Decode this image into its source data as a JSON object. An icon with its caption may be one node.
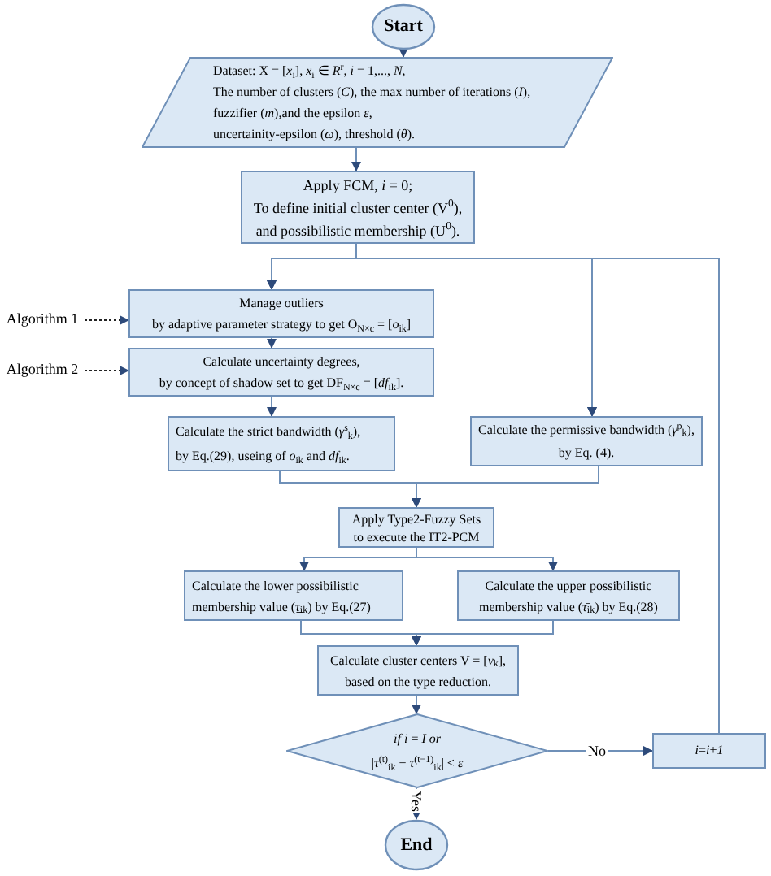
{
  "diagram": {
    "nodes": [
      {
        "text": [
          "Start"
        ]
      },
      {
        "text": [
          "Dataset: X = [*x*$_{i}$], *x*$_{i}$ ∈ *R*$^{r}$, *i* = 1,..., *N*,",
          "The number of clusters (*C*), the max number of iterations (*I*),",
          "fuzzifier (*m*),and the epsilon *ε*,",
          "uncertainity-epsilon (*ω*), threshold (*θ*)."
        ]
      },
      {
        "text": [
          "Apply FCM, *i* = 0;",
          "To define initial cluster center (V$^{0}$),",
          "and possibilistic membership (U$^{0}$)."
        ]
      },
      {
        "text": [
          "Manage outliers",
          "by adaptive parameter strategy to get O$_{N×c}$ = [*o*$_{ik}$]"
        ]
      },
      {
        "text": [
          "Calculate uncertainty degrees,",
          "by concept of shadow set to get DF$_{N×c}$ = [*df*$_{ik}$]."
        ]
      },
      {
        "text": [
          "Calculate the strict bandwidth (*γ*$^{s}$$_{k}$),",
          "by Eq.(29), useing of *o*$_{ik}$ and *df*$_{ik}$."
        ]
      },
      {
        "text": [
          "Calculate the permissive bandwidth (*γ*$^{p}$$_{k}$),",
          "by Eq. (4)."
        ]
      },
      {
        "text": [
          "Apply Type2-Fuzzy Sets",
          "to execute the IT2-PCM"
        ]
      },
      {
        "text": [
          "Calculate the lower possibilistic membership value (*τ̲*$_{ik}$) by Eq.(27)"
        ]
      },
      {
        "text": [
          "Calculate the upper possibilistic membership value (*τ̄*$_{ik}$) by Eq.(28)"
        ]
      },
      {
        "text": [
          "Calculate cluster centers V = [*v*$_{k}$],",
          "based on the type reduction."
        ]
      },
      {
        "text": [
          "*if* *i* = *I* *or*",
          "|*τ*$^{(t)}$$_{ik}$ − *τ*$^{(t−1)}$$_{ik}$| < *ε*"
        ]
      },
      {
        "text": [
          "*i*=*i*+*1*"
        ]
      },
      {
        "text": [
          "End"
        ]
      },
      {
        "text": [
          "Algorithm 1"
        ]
      },
      {
        "text": [
          "Algorithm 2"
        ]
      }
    ],
    "edges": [
      {
        "from": 0,
        "to": 1,
        "arrow": "to"
      },
      {
        "from": 1,
        "to": 2,
        "arrow": "to"
      },
      {
        "from": 2,
        "to": 3,
        "arrow": "to"
      },
      {
        "from": 2,
        "to": 6,
        "arrow": "to"
      },
      {
        "from": 12,
        "to": 3,
        "arrow": "to"
      },
      {
        "from": 12,
        "to": 6,
        "arrow": "to"
      },
      {
        "from": 3,
        "to": 4,
        "arrow": "to"
      },
      {
        "from": 4,
        "to": 5,
        "arrow": "to"
      },
      {
        "from": 5,
        "to": 7,
        "arrow": "to"
      },
      {
        "from": 6,
        "to": 7,
        "arrow": "to"
      },
      {
        "from": 7,
        "to": 8,
        "arrow": "to"
      },
      {
        "from": 7,
        "to": 9,
        "arrow": "to"
      },
      {
        "from": 8,
        "to": 10,
        "arrow": "to"
      },
      {
        "from": 9,
        "to": 10,
        "arrow": "to"
      },
      {
        "from": 10,
        "to": 11,
        "arrow": "to"
      },
      {
        "from": 11,
        "to": 12,
        "arrow": "to",
        "label": "No"
      },
      {
        "from": 11,
        "to": 13,
        "arrow": "to",
        "label": "Yes"
      },
      {
        "from": 14,
        "to": 3,
        "arrow": "to",
        "style": "dashed",
        "color": "#222222"
      },
      {
        "from": 15,
        "to": 4,
        "arrow": "to",
        "style": "dashed",
        "color": "#222222"
      }
    ]
  }
}
